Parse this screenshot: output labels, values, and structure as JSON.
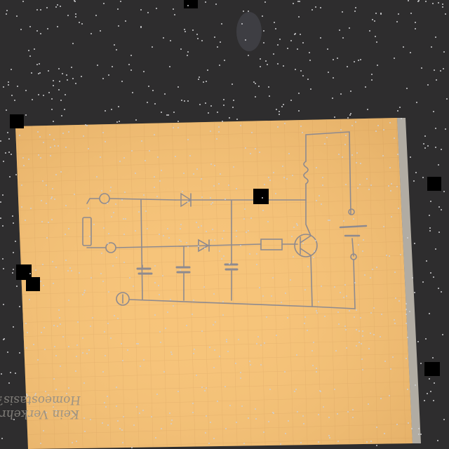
{
  "scene": {
    "background_color": "#2e2d2e",
    "paper_color": "#f7c47a",
    "grid_color": "#e3ae6a",
    "ink_color": "#8e8a8f",
    "description_icons": [
      "grid-paper",
      "circuit-sketch"
    ]
  },
  "handwriting": {
    "line1": "Kein Verkehr",
    "line2": "Homeostasis?"
  },
  "circuit": {
    "components": [
      "input-terminal-top",
      "input-terminal-bottom",
      "resistor",
      "diode-top",
      "diode-middle",
      "capacitor-1",
      "capacitor-2",
      "capacitor-3",
      "resistor-series",
      "transistor",
      "inductor",
      "battery",
      "ground-symbol"
    ]
  }
}
